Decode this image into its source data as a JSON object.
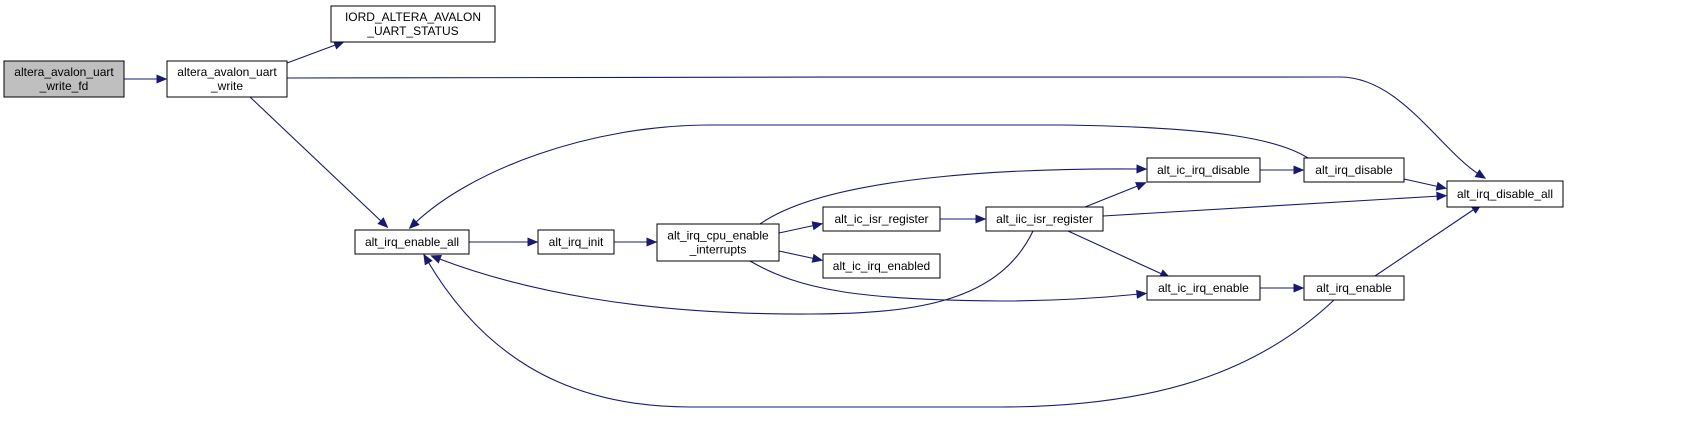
{
  "diagram": {
    "type": "call-graph",
    "nodes": [
      {
        "id": "n0",
        "lines": [
          "altera_avalon_uart",
          "_write_fd"
        ],
        "highlight": true
      },
      {
        "id": "n1",
        "lines": [
          "altera_avalon_uart",
          "_write"
        ]
      },
      {
        "id": "n2",
        "lines": [
          "IORD_ALTERA_AVALON",
          "_UART_STATUS"
        ]
      },
      {
        "id": "n3",
        "lines": [
          "alt_irq_disable_all"
        ]
      },
      {
        "id": "n4",
        "lines": [
          "alt_irq_enable_all"
        ]
      },
      {
        "id": "n5",
        "lines": [
          "alt_irq_init"
        ]
      },
      {
        "id": "n6",
        "lines": [
          "alt_irq_cpu_enable",
          "_interrupts"
        ]
      },
      {
        "id": "n7",
        "lines": [
          "alt_ic_isr_register"
        ]
      },
      {
        "id": "n8",
        "lines": [
          "alt_ic_irq_enabled"
        ]
      },
      {
        "id": "n9",
        "lines": [
          "alt_iic_isr_register"
        ]
      },
      {
        "id": "n10",
        "lines": [
          "alt_ic_irq_disable"
        ]
      },
      {
        "id": "n11",
        "lines": [
          "alt_irq_disable"
        ]
      },
      {
        "id": "n12",
        "lines": [
          "alt_ic_irq_enable"
        ]
      },
      {
        "id": "n13",
        "lines": [
          "alt_irq_enable"
        ]
      }
    ],
    "edges": [
      {
        "from": "n0",
        "to": "n1"
      },
      {
        "from": "n1",
        "to": "n2"
      },
      {
        "from": "n1",
        "to": "n3"
      },
      {
        "from": "n1",
        "to": "n4"
      },
      {
        "from": "n4",
        "to": "n5"
      },
      {
        "from": "n5",
        "to": "n6"
      },
      {
        "from": "n6",
        "to": "n7"
      },
      {
        "from": "n6",
        "to": "n8"
      },
      {
        "from": "n6",
        "to": "n10"
      },
      {
        "from": "n6",
        "to": "n12"
      },
      {
        "from": "n7",
        "to": "n9"
      },
      {
        "from": "n9",
        "to": "n4"
      },
      {
        "from": "n9",
        "to": "n10"
      },
      {
        "from": "n9",
        "to": "n3"
      },
      {
        "from": "n9",
        "to": "n12"
      },
      {
        "from": "n10",
        "to": "n11"
      },
      {
        "from": "n11",
        "to": "n4"
      },
      {
        "from": "n11",
        "to": "n3"
      },
      {
        "from": "n12",
        "to": "n13"
      },
      {
        "from": "n13",
        "to": "n4"
      },
      {
        "from": "n13",
        "to": "n3"
      }
    ]
  }
}
